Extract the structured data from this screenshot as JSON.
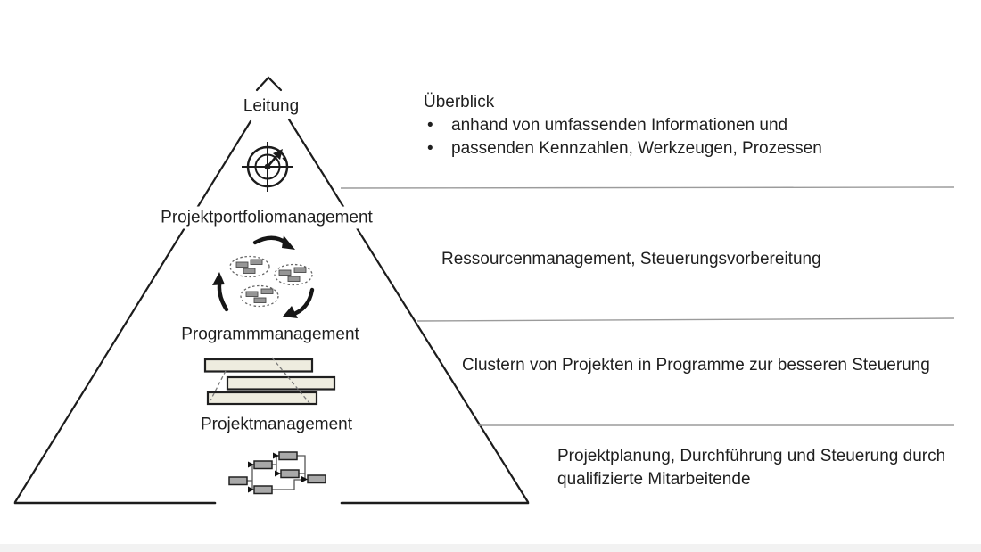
{
  "diagram": {
    "pyramid": {
      "levels": [
        {
          "label": "Leitung",
          "icon": "compass-target-icon"
        },
        {
          "label": "Projektportfoliomanagement",
          "icon": "portfolio-cycle-icon"
        },
        {
          "label": "Programmmanagement",
          "icon": "gantt-bars-icon"
        },
        {
          "label": "Projektmanagement",
          "icon": "network-diagram-icon"
        }
      ]
    },
    "descriptions": {
      "overview": {
        "heading": "Überblick",
        "bullets": [
          "anhand von umfassenden Informationen und",
          "passenden Kennzahlen, Werkzeugen, Prozessen"
        ]
      },
      "rows": [
        {
          "text": "Ressourcenmanagement, Steuerungsvorbereitung"
        },
        {
          "text": "Clustern von Projekten in Programme zur besseren Steuerung"
        },
        {
          "text": "Projektplanung, Durchführung und Steuerung durch qualifizierte Mitarbeitende"
        }
      ]
    },
    "colors": {
      "line": "#1c1c1c",
      "separator": "#9b9b9b",
      "text": "#1f1f1f",
      "bar_fill": "#eeecdf",
      "node_fill": "#a9a9a9",
      "background": "#ffffff"
    }
  }
}
